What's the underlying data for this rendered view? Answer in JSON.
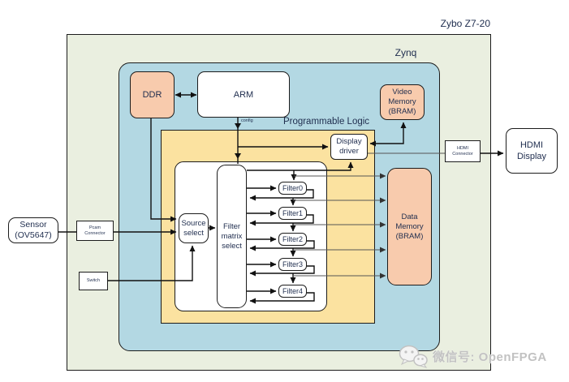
{
  "labels": {
    "board": "Zybo Z7-20",
    "zynq": "Zynq",
    "programmable_logic": "Programmable Logic",
    "config": "config"
  },
  "blocks": {
    "ddr": "DDR",
    "arm": "ARM",
    "video_memory": [
      "Video",
      "Memory",
      "(BRAM)"
    ],
    "data_memory": [
      "Data",
      "Memory",
      "(BRAM)"
    ],
    "display_driver": [
      "Display",
      "driver"
    ],
    "source_select": [
      "Source",
      "select"
    ],
    "filter_matrix_select": [
      "Filter",
      "matrix",
      "select"
    ],
    "filters": [
      "Filter0",
      "Filter1",
      "Filter2",
      "Filter3",
      "Filter4"
    ],
    "sensor": [
      "Sensor",
      "(OV5647)"
    ],
    "pcam_connector": [
      "Pcam",
      "Connector"
    ],
    "switch": "Switch",
    "hdmi_connector": [
      "HDMI",
      "Connector"
    ],
    "hdmi_display": [
      "HDMI",
      "Display"
    ]
  },
  "watermark": {
    "text": "微信号: OpenFPGA",
    "icon": "wechat-logo"
  },
  "colors": {
    "board_fill": "#eaefe0",
    "zynq_fill": "#b3d8e3",
    "pl_fill": "#fbe2a0",
    "memory_fill": "#f8cbad",
    "box_fill": "#ffffff",
    "line": "#1c1c1c",
    "thin_line": "#666666",
    "text": "#1f2d4e",
    "watermark": "#c2c2c2"
  }
}
